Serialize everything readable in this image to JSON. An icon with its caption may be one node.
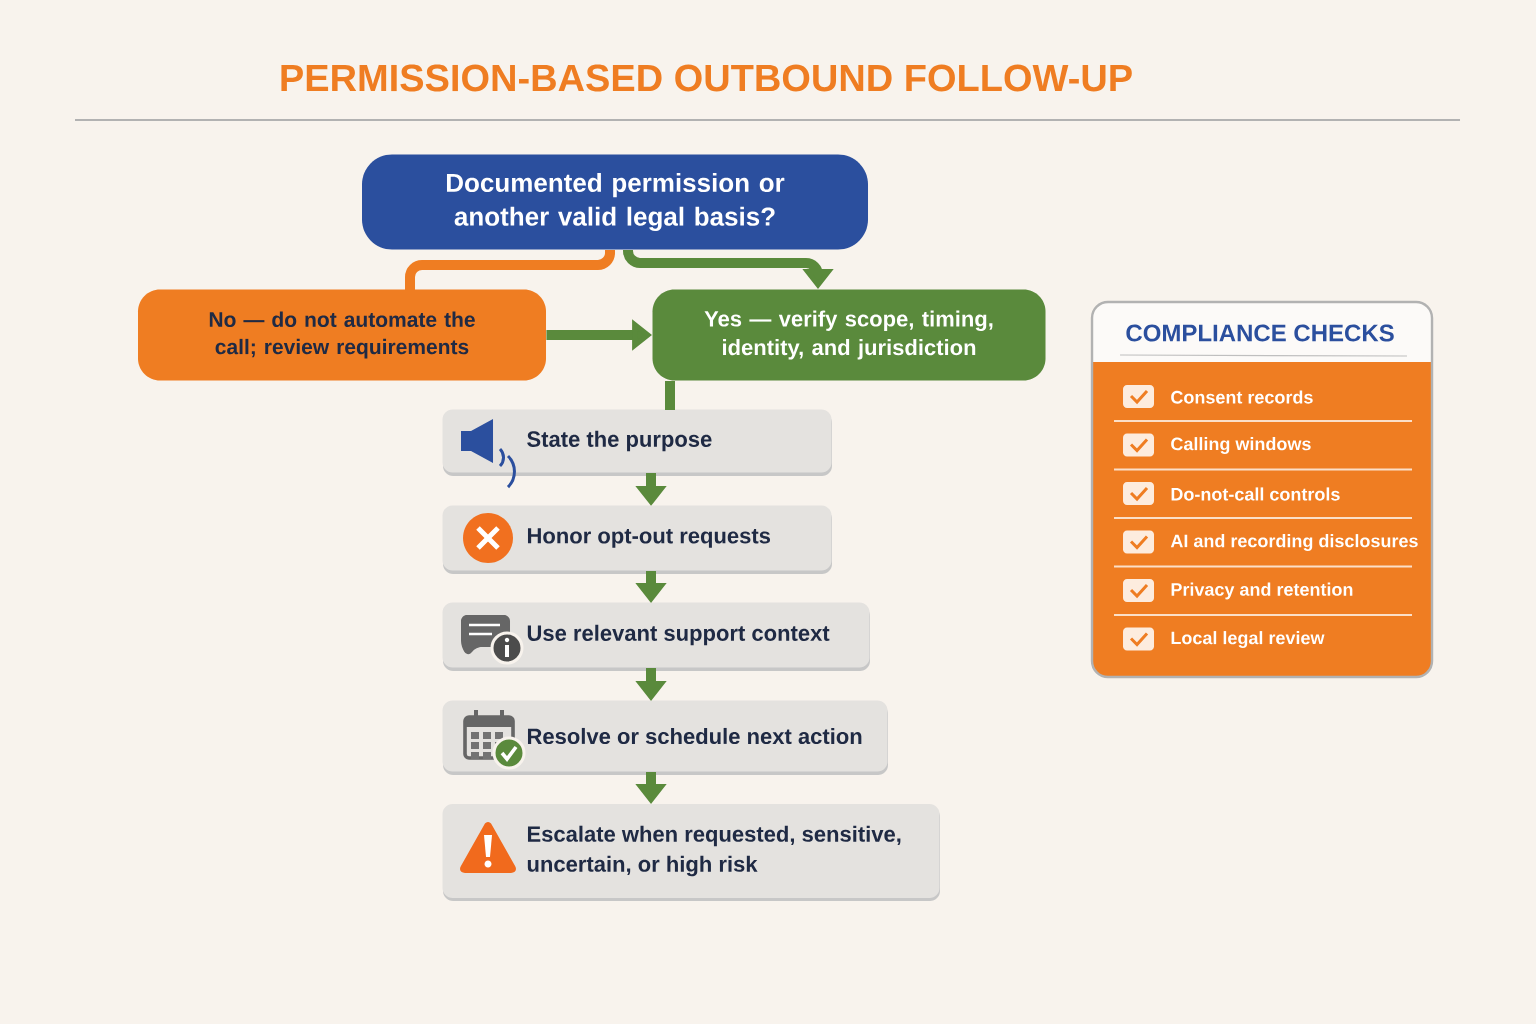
{
  "diagram": {
    "title": "PERMISSION-BASED OUTBOUND FOLLOW-UP",
    "nodes": [
      {
        "text": [
          "Documented permission or another valid legal basis?"
        ]
      },
      {
        "text": [
          "No — do not automate the call; review requirements"
        ]
      },
      {
        "text": [
          "Yes — verify scope, timing, identity, and jurisdiction"
        ]
      },
      {
        "text": [
          "State the purpose"
        ]
      },
      {
        "text": [
          "Honor opt-out requests"
        ]
      },
      {
        "text": [
          "Use relevant support context"
        ]
      },
      {
        "text": [
          "Resolve or schedule next action"
        ]
      },
      {
        "text": [
          "Escalate when requested, sensitive, uncertain, or high risk"
        ]
      },
      {
        "text": [
          "COMPLIANCE CHECKS"
        ]
      }
    ],
    "edges": [
      {
        "from": 0,
        "to": 1,
        "arrow": "none",
        "color": "#ef7d22"
      },
      {
        "from": 0,
        "to": 2,
        "arrow": "to"
      },
      {
        "from": 1,
        "to": 2,
        "arrow": "to"
      },
      {
        "from": 2,
        "to": 3,
        "arrow": "none"
      },
      {
        "from": 3,
        "to": 4,
        "arrow": "to"
      },
      {
        "from": 4,
        "to": 5,
        "arrow": "to"
      },
      {
        "from": 5,
        "to": 6,
        "arrow": "to"
      },
      {
        "from": 6,
        "to": 7,
        "arrow": "to"
      }
    ],
    "labels": [
      "Consent records",
      "Calling windows",
      "Do-not-call controls",
      "AI and recording disclosures",
      "Privacy and retention",
      "Local legal review"
    ]
  }
}
